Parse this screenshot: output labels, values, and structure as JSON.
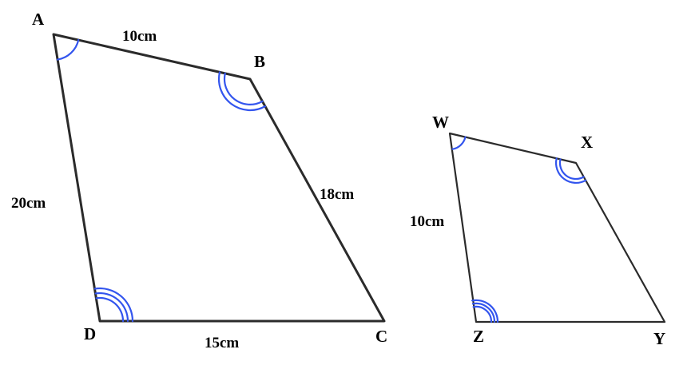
{
  "colors": {
    "edge": "#2b2b2b",
    "angle_mark": "#3355ee"
  },
  "quad_large": {
    "vertices": [
      "A",
      "B",
      "C",
      "D"
    ],
    "side_labels": {
      "AB": "10cm",
      "BC": "18cm",
      "AD": "20cm",
      "DC": "15cm"
    }
  },
  "quad_small": {
    "vertices": [
      "W",
      "X",
      "Y",
      "Z"
    ],
    "side_labels": {
      "WZ": "10cm"
    }
  }
}
